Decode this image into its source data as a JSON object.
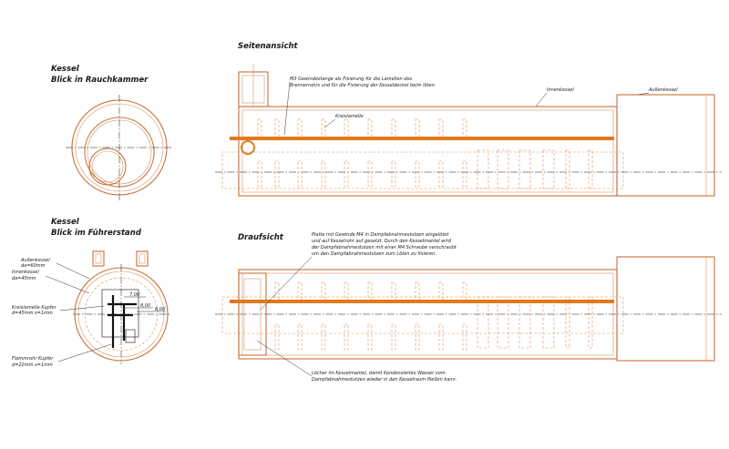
{
  "views": {
    "front": {
      "title_line1": "Kessel",
      "title_line2": "Blick in Rauchkammer"
    },
    "rear": {
      "title_line1": "Kessel",
      "title_line2": "Blick im Führerstand",
      "labels": {
        "outer_name": "Außenkessel",
        "outer_dim": "da=60mm",
        "inner_name": "Innenkessel",
        "inner_dim": "da=45mm",
        "lamella_name": "Kreislamelle Kupfer",
        "lamella_dim": "d=45mm s=1mm",
        "flue_name": "Flammrohr Kupfer",
        "flue_dim": "d=22mm s=1mm"
      },
      "dims": [
        "7,00",
        "8,00",
        "8,00"
      ]
    },
    "side": {
      "title": "Seitenansicht",
      "labels": {
        "inner": "Innenkessel",
        "outer": "Außenkessel",
        "lamella": "Kreislamelle"
      },
      "note_line1": "M3 Gewindestange als Fixierung für die Lamellen des",
      "note_line2": "Brennerrohrs und für die Fixierung der Kesseldeckel beim löten."
    },
    "top": {
      "title": "Draufsicht",
      "note_top_line1": "Platte mit Gewinde M4 in Dampfabnahmestutzen eingelötet",
      "note_top_line2": "und auf Kesselrohr auf gesetzt. Durch den Kesselmantel wird",
      "note_top_line3": "der Dampfabnahmestutzen mit einer M4 Schraube verschraubt",
      "note_top_line4": "um den Dampfabnahmestutzen zum Löten zu fixieren.",
      "note_bottom_line1": "Löcher im Kesselmantel, damit Kondenziertes Wasser vom",
      "note_bottom_line2": "Dampfabnahmestutzen wieder in den Kesselraum fließen kann."
    }
  },
  "colors": {
    "outline": "#c8703a",
    "rod": "#e07a1e",
    "ink": "#111111"
  }
}
